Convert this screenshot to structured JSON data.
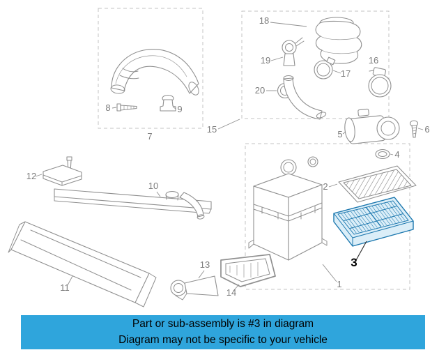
{
  "diagram": {
    "type": "exploded-parts-diagram",
    "highlighted_part": "3",
    "parts": {
      "1": "1",
      "2": "2",
      "3": "3",
      "4": "4",
      "5": "5",
      "6": "6",
      "7": "7",
      "8": "8",
      "9": "9",
      "10": "10",
      "11": "11",
      "12": "12",
      "13": "13",
      "14": "14",
      "15": "15",
      "16": "16",
      "17": "17",
      "18": "18",
      "19": "19",
      "20": "20"
    }
  },
  "banner": {
    "line1": "Part or sub-assembly is #3 in diagram",
    "line2": "Diagram may not be specific to your vehicle"
  },
  "colors": {
    "banner": "#2fa5dc",
    "highlight_stroke": "#1b77ae",
    "highlight_fill": "#dbeef8",
    "diagram_line": "#8f8f8f",
    "group_box": "#c3c3c3",
    "label_text": "#7c7c7c",
    "highlight_label_text": "#000000"
  }
}
